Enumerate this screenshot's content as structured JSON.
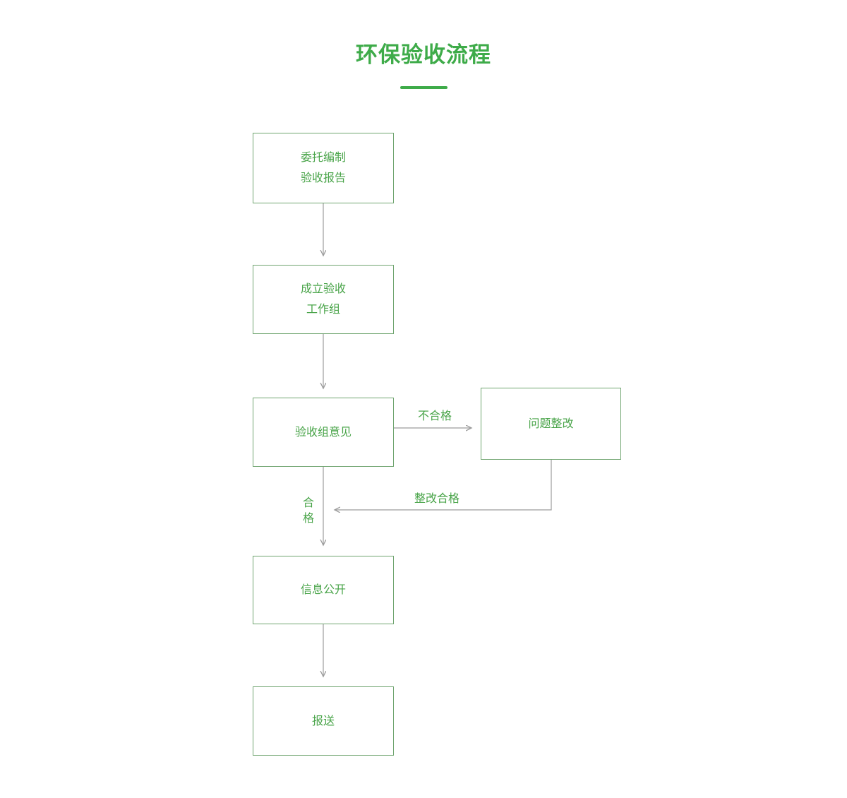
{
  "title": "环保验收流程",
  "colors": {
    "green": "#3eab49",
    "box-border": "#70a570",
    "box-text": "#49a449",
    "arrow": "#9c9c9c"
  },
  "boxes": [
    {
      "id": "entrust",
      "lines": [
        "委托编制",
        "验收报告"
      ]
    },
    {
      "id": "workgroup",
      "lines": [
        "成立验收",
        "工作组"
      ]
    },
    {
      "id": "opinion",
      "lines": [
        "验收组意见"
      ]
    },
    {
      "id": "rectify",
      "lines": [
        "问题整改"
      ]
    },
    {
      "id": "publicity",
      "lines": [
        "信息公开"
      ]
    },
    {
      "id": "submit",
      "lines": [
        "报送"
      ]
    }
  ],
  "edge_labels": {
    "not_qualified": "不合格",
    "rectified": "整改合格",
    "qualified": "合格"
  }
}
